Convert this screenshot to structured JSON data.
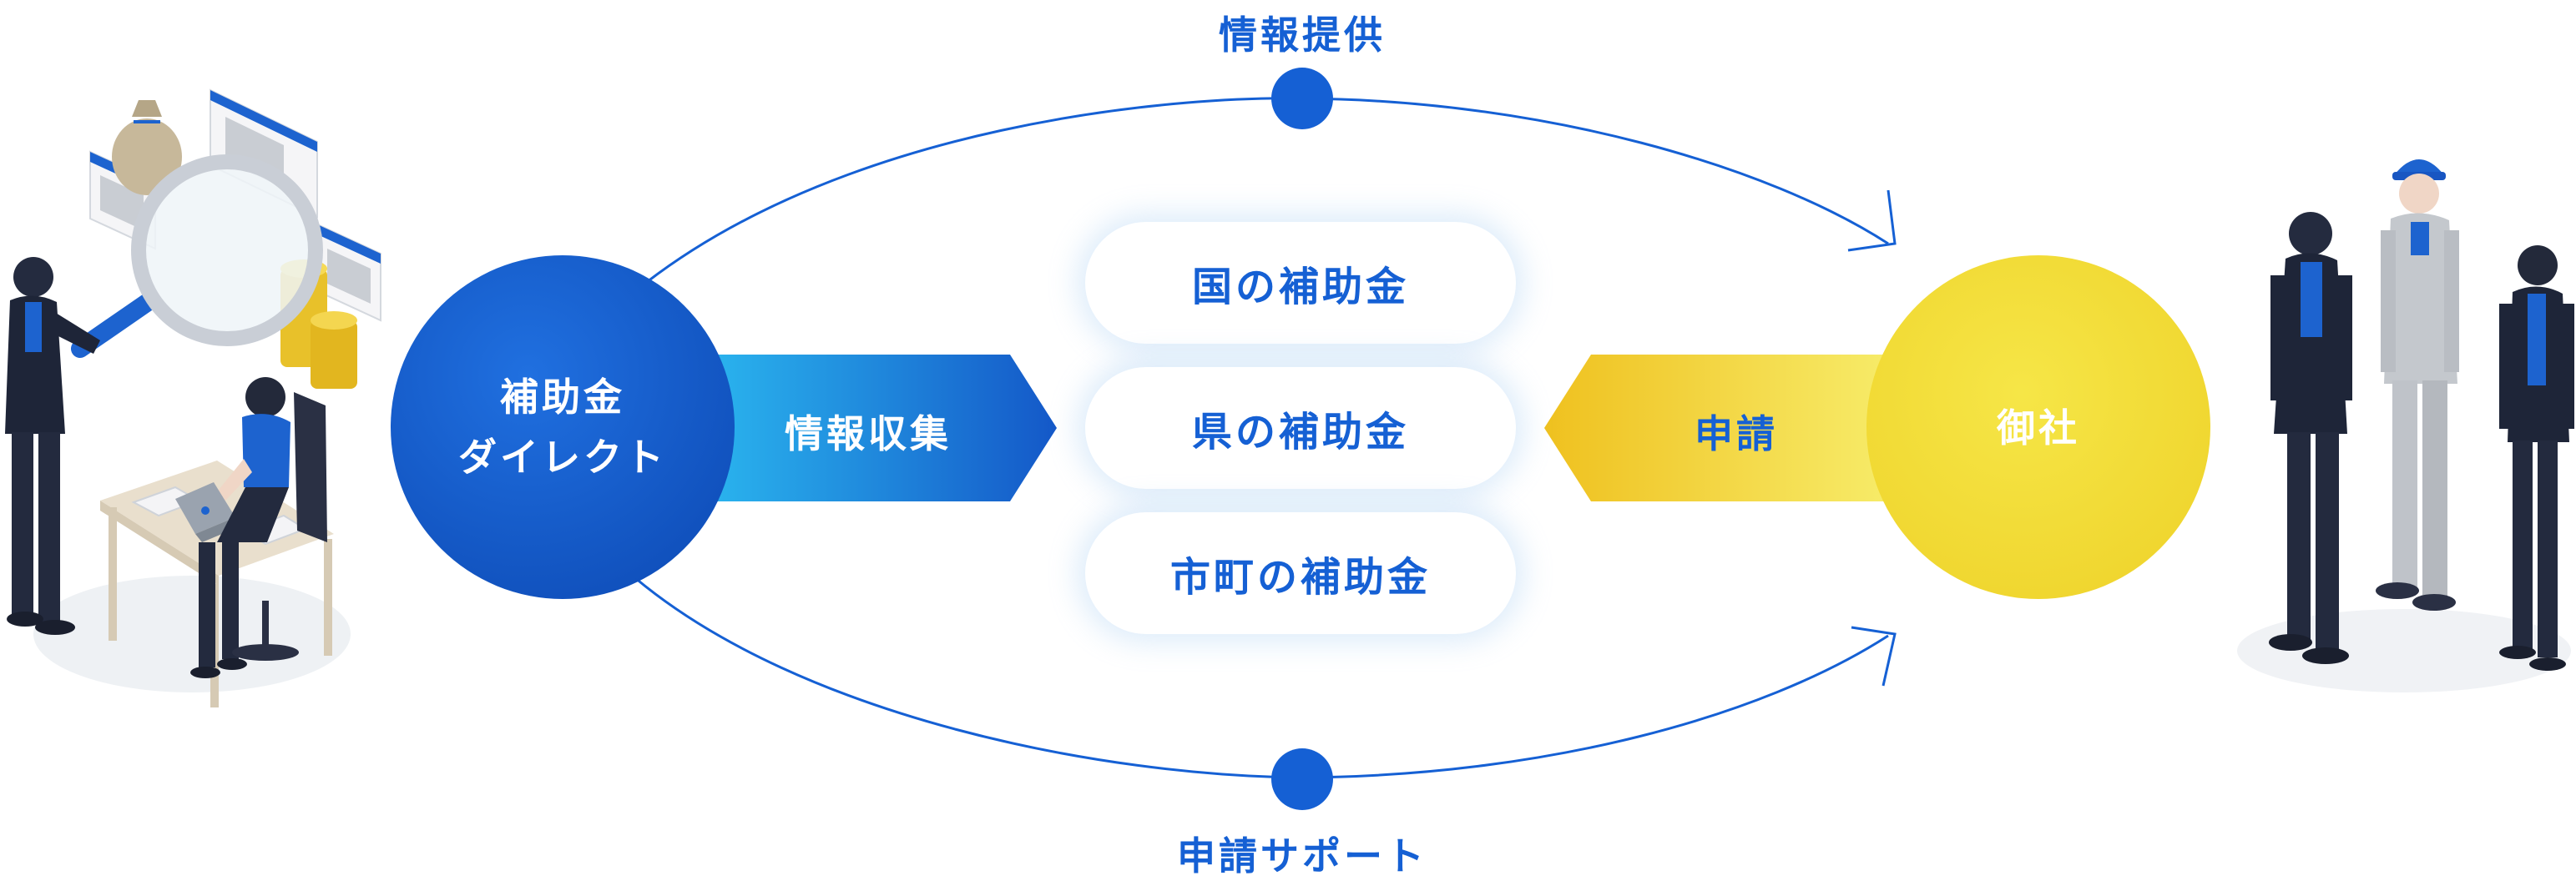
{
  "labels": {
    "top": "情報提供",
    "bottom": "申請サポート",
    "left_circle_line1": "補助金",
    "left_circle_line2": "ダイレクト",
    "right_circle": "御社",
    "collect_arrow": "情報収集",
    "apply_arrow": "申請"
  },
  "subsidies": [
    "国の補助金",
    "県の補助金",
    "市町の補助金"
  ],
  "colors": {
    "blue": "#1560d4",
    "deep_blue": "#1458c8",
    "cyan": "#2ab4ee",
    "yellow": "#f2dc3a",
    "gold": "#efc11f"
  }
}
